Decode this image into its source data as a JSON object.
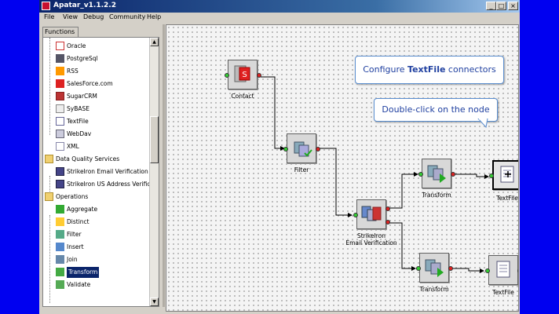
{
  "window": {
    "title": "Apatar_v1.1.2.2",
    "controls": {
      "minimize": "_",
      "maximize": "□",
      "close": "×"
    }
  },
  "menu": [
    "File",
    "View",
    "Debug",
    "Community",
    "Help"
  ],
  "left_panel": {
    "tab": "Functions",
    "tree": [
      {
        "label": "Oracle",
        "icon": "oracle-icon",
        "level": 1
      },
      {
        "label": "PostgreSql",
        "icon": "postgresql-icon",
        "level": 1
      },
      {
        "label": "RSS",
        "icon": "rss-icon",
        "level": 1
      },
      {
        "label": "SalesForce.com",
        "icon": "salesforce-icon",
        "level": 1
      },
      {
        "label": "SugarCRM",
        "icon": "sugarcrm-icon",
        "level": 1
      },
      {
        "label": "SyBASE",
        "icon": "sybase-icon",
        "level": 1
      },
      {
        "label": "TextFile",
        "icon": "textfile-icon",
        "level": 1
      },
      {
        "label": "WebDav",
        "icon": "webdav-icon",
        "level": 1
      },
      {
        "label": "XML",
        "icon": "xml-icon",
        "level": 1
      },
      {
        "label": "Data Quality Services",
        "icon": "folder-icon",
        "level": 0
      },
      {
        "label": "StrikeIron Email Verification",
        "icon": "strikeiron-icon",
        "level": 1
      },
      {
        "label": "StrikeIron US Address Verific",
        "icon": "strikeiron-icon",
        "level": 1
      },
      {
        "label": "Operations",
        "icon": "folder-icon",
        "level": 0
      },
      {
        "label": "Aggregate",
        "icon": "aggregate-icon",
        "level": 1
      },
      {
        "label": "Distinct",
        "icon": "distinct-icon",
        "level": 1
      },
      {
        "label": "Filter",
        "icon": "filter-icon",
        "level": 1
      },
      {
        "label": "Insert",
        "icon": "insert-icon",
        "level": 1
      },
      {
        "label": "Join",
        "icon": "join-icon",
        "level": 1
      },
      {
        "label": "Transform",
        "icon": "transform-icon",
        "level": 1,
        "selected": true
      },
      {
        "label": "Validate",
        "icon": "validate-icon",
        "level": 1
      }
    ]
  },
  "canvas": {
    "nodes": [
      {
        "id": "contact",
        "label": "Contact",
        "icon": "salesforce-icon"
      },
      {
        "id": "filter",
        "label": "Filter",
        "icon": "filter-icon"
      },
      {
        "id": "strikeiron",
        "label": "StrikeIron\nEmail Verification",
        "icon": "strikeiron-icon"
      },
      {
        "id": "transform1",
        "label": "Transform",
        "icon": "transform-icon"
      },
      {
        "id": "transform2",
        "label": "Transform",
        "icon": "transform-icon"
      },
      {
        "id": "textfile1",
        "label": "TextFile",
        "icon": "textfile-icon",
        "selected": true
      },
      {
        "id": "textfile2",
        "label": "TextFile",
        "icon": "textfile-icon"
      }
    ],
    "callouts": {
      "configure_prefix": "Configure ",
      "configure_bold": "TextFile",
      "configure_suffix": " connectors",
      "hint": "Double-click on the node"
    }
  },
  "colors": {
    "background": "#0000f0",
    "titlebar": "#0a246a",
    "port_in": "#33cc33",
    "port_out": "#dd2222",
    "callout_text": "#2040a0"
  }
}
